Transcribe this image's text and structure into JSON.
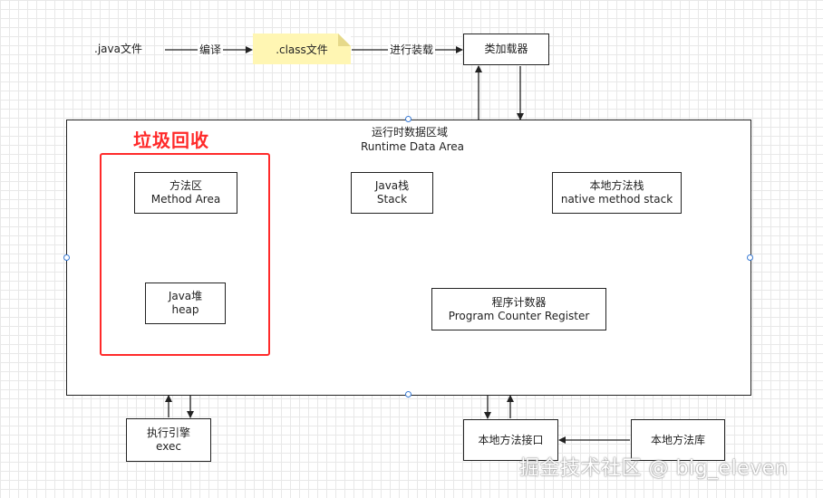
{
  "flow": {
    "java_file": ".java文件",
    "compile_label": "编译",
    "class_file": ".class文件",
    "load_label": "进行装载",
    "class_loader": "类加载器"
  },
  "runtime": {
    "title_cn": "运行时数据区域",
    "title_en": "Runtime Data Area",
    "method_area": {
      "cn": "方法区",
      "en": "Method Area"
    },
    "java_stack": {
      "cn": "Java栈",
      "en": "Stack"
    },
    "native_stack": {
      "cn": "本地方法栈",
      "en": "native method  stack"
    },
    "heap": {
      "cn": "Java堆",
      "en": "heap"
    },
    "pc_register": {
      "cn": "程序计数器",
      "en": "Program Counter Register"
    }
  },
  "gc": {
    "title": "垃圾回收",
    "color": "#ff2a2a"
  },
  "bottom": {
    "exec_engine": {
      "cn": "执行引擎",
      "en": "exec"
    },
    "native_interface": "本地方法接口",
    "native_library": "本地方法库"
  },
  "watermark": "掘金技术社区 @ big_eleven",
  "colors": {
    "note_bg": "#fff6b3",
    "handle": "#3a7bd5",
    "border": "#222222"
  }
}
